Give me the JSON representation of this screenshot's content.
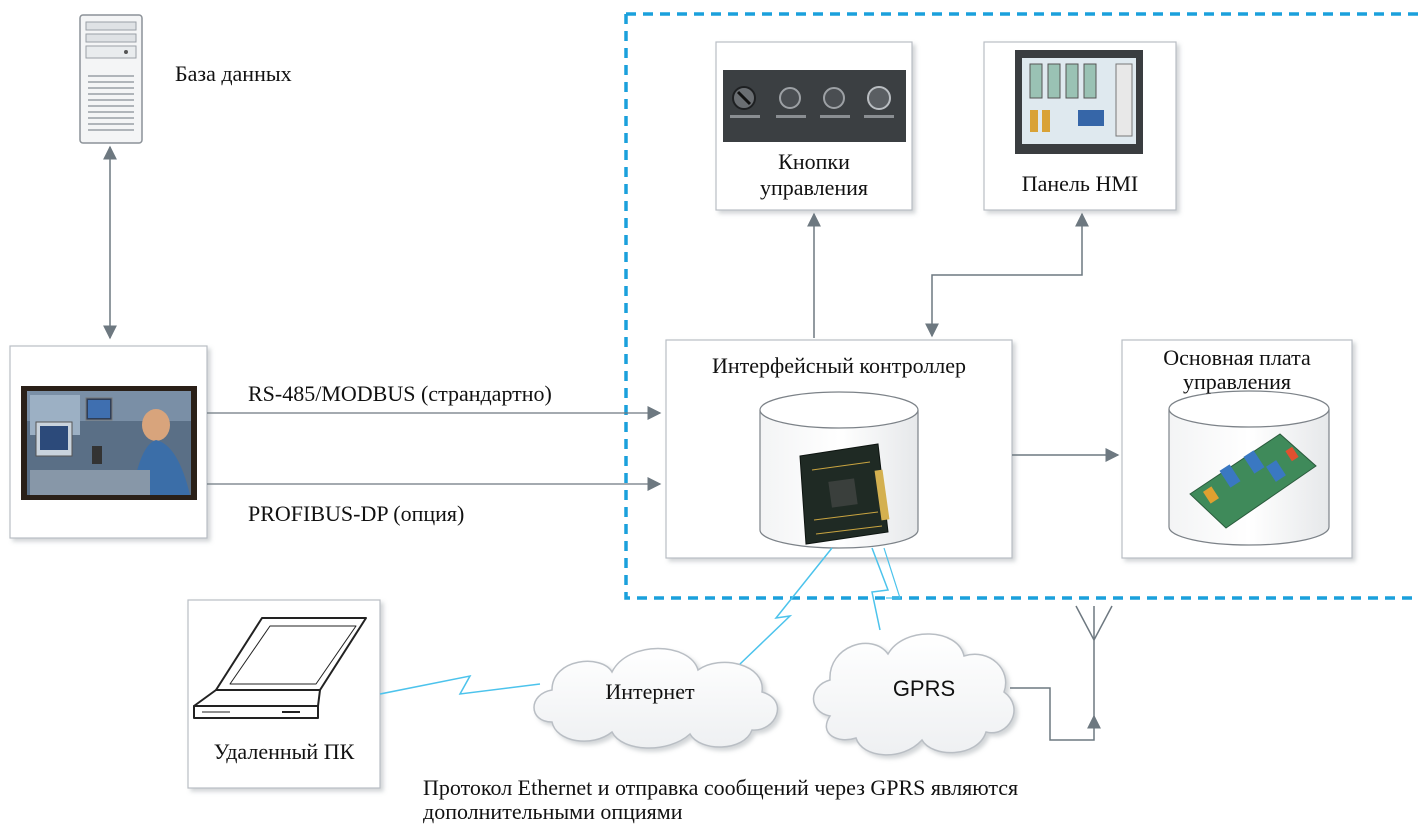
{
  "nodes": {
    "database": {
      "label": "База данных",
      "icon": "server-tower-icon"
    },
    "operator_station": {
      "icon": "operator-photo-icon"
    },
    "control_buttons": {
      "label_line1": "Кнопки",
      "label_line2": "управления",
      "icon": "button-panel-icon"
    },
    "hmi_panel": {
      "label": "Панель HMI",
      "icon": "touch-screen-icon"
    },
    "interface_controller": {
      "label": "Интерфейсный контроллер",
      "icon": "circuit-board-icon"
    },
    "main_board": {
      "label_line1": "Основная плата",
      "label_line2": "управления",
      "icon": "control-board-icon"
    },
    "remote_pc": {
      "label": "Удаленный ПК",
      "icon": "laptop-icon"
    },
    "internet": {
      "label": "Интернет",
      "icon": "cloud-icon"
    },
    "gprs": {
      "label": "GPRS",
      "icon": "cloud-icon"
    },
    "antenna": {
      "icon": "antenna-icon"
    }
  },
  "links": {
    "rs485": "RS-485/MODBUS (страндартно)",
    "profibus": "PROFIBUS-DP (опция)"
  },
  "footnote": {
    "line1": "Протокол Ethernet и отправка сообщений через GPRS являются",
    "line2": "дополнительными опциями"
  },
  "colors": {
    "dashed_border": "#1aa0dc",
    "wireless": "#4cc3ec",
    "connector": "#6d7880",
    "box_border": "#b9bec4",
    "box_shadow": "#c9cdd2"
  }
}
